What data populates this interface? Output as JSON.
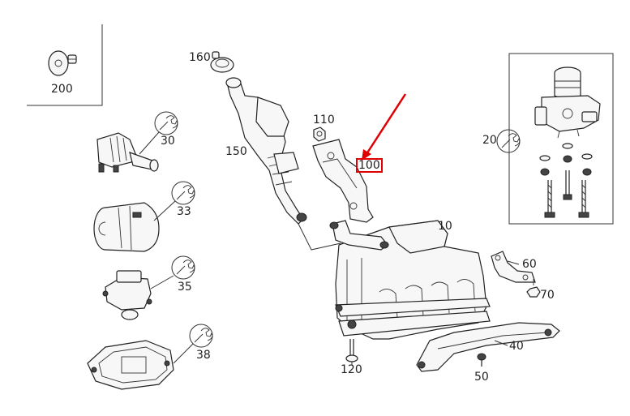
{
  "parts": [
    {
      "id": "p200",
      "label": "200"
    },
    {
      "id": "p160",
      "label": "160"
    },
    {
      "id": "p150",
      "label": "150"
    },
    {
      "id": "p110",
      "label": "110"
    },
    {
      "id": "p100",
      "label": "100",
      "highlighted": true
    },
    {
      "id": "p30",
      "label": "30"
    },
    {
      "id": "p33",
      "label": "33"
    },
    {
      "id": "p35",
      "label": "35"
    },
    {
      "id": "p38",
      "label": "38"
    },
    {
      "id": "p20",
      "label": "20"
    },
    {
      "id": "p10",
      "label": "10"
    },
    {
      "id": "p60",
      "label": "60"
    },
    {
      "id": "p70",
      "label": "70"
    },
    {
      "id": "p40",
      "label": "40"
    },
    {
      "id": "p50",
      "label": "50"
    },
    {
      "id": "p120",
      "label": "120"
    }
  ],
  "highlight_color": "#e00000",
  "icons": [
    "wrench-icon",
    "arrow-indicator"
  ]
}
